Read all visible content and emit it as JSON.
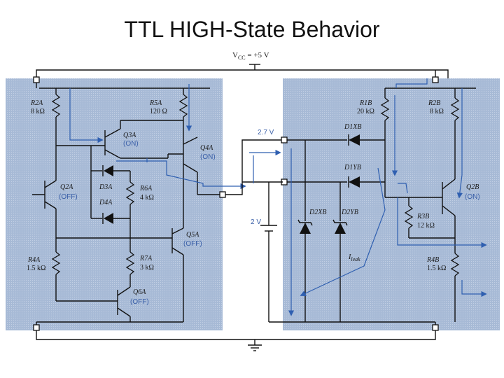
{
  "title": "TTL HIGH-State Behavior",
  "vcc_label": "V",
  "vcc_sub": "CC",
  "vcc_value": " = +5 V",
  "voltages": {
    "v_high": "2.7 V",
    "v_low": "2 V"
  },
  "components": {
    "r2a": {
      "name": "R2A",
      "value": "8 kΩ"
    },
    "r5a": {
      "name": "R5A",
      "value": "120 Ω"
    },
    "r6a": {
      "name": "R6A",
      "value": "4 kΩ"
    },
    "r4a": {
      "name": "R4A",
      "value": "1.5 kΩ"
    },
    "r7a": {
      "name": "R7A",
      "value": "3 kΩ"
    },
    "r1b": {
      "name": "R1B",
      "value": "20 kΩ"
    },
    "r2b": {
      "name": "R2B",
      "value": "8 kΩ"
    },
    "r3b": {
      "name": "R3B",
      "value": "12 kΩ"
    },
    "r4b": {
      "name": "R4B",
      "value": "1.5 kΩ"
    },
    "q3a": {
      "name": "Q3A",
      "state": "(ON)"
    },
    "q4a": {
      "name": "Q4A",
      "state": "(ON)"
    },
    "q2a": {
      "name": "Q2A",
      "state": "(OFF)"
    },
    "q5a": {
      "name": "Q5A",
      "state": "(OFF)"
    },
    "q6a": {
      "name": "Q6A",
      "state": "(OFF)"
    },
    "q2b": {
      "name": "Q2B",
      "state": "(ON)"
    },
    "d3a": {
      "name": "D3A"
    },
    "d4a": {
      "name": "D4A"
    },
    "d1xb": {
      "name": "D1XB"
    },
    "d1yb": {
      "name": "D1YB"
    },
    "d2xb": {
      "name": "D2XB"
    },
    "d2yb": {
      "name": "D2YB"
    }
  },
  "leak_label": "I",
  "leak_sub": "leak",
  "colors": {
    "panel": "#a9bcd8",
    "wire": "#111111",
    "current": "#2f5fb0",
    "state_text": "#3a5fa8"
  }
}
